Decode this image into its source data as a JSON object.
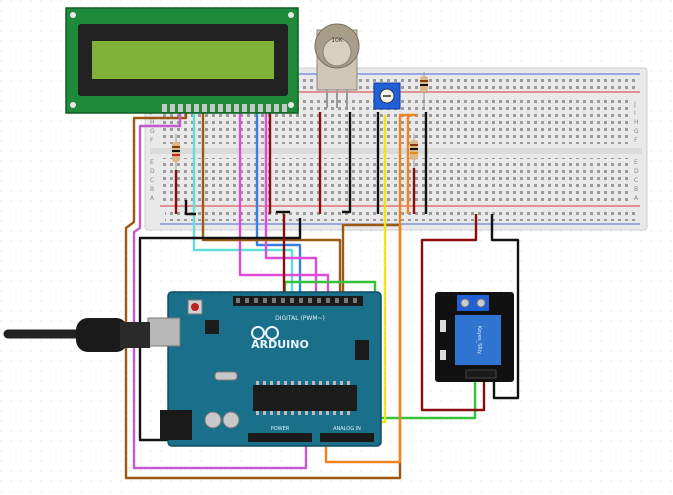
{
  "components": {
    "lcd": {
      "type": "16x2 LCD display",
      "backlight_color": "#7fb236"
    },
    "potentiometer": {
      "label": "10K"
    },
    "trimpot": {
      "color": "#1f5fd8"
    },
    "arduino": {
      "logo_text": "ARDUINO",
      "header_label": "DIGITAL (PWM~)",
      "power_label": "POWER",
      "analog_label": "ANALOG IN",
      "board_color": "#1a6f8a"
    },
    "relay_module": {
      "relay_text": "Keyes_SRly",
      "board_color": "#111111",
      "relay_color": "#2f74d0"
    },
    "breadboard": {
      "row_letters_top": [
        "J",
        "I",
        "H",
        "G",
        "F"
      ],
      "row_letters_bottom": [
        "E",
        "D",
        "C",
        "B",
        "A"
      ]
    },
    "usb_cable": {
      "type": "USB-B cable"
    }
  },
  "wire_colors": {
    "brown": "#9a5a14",
    "pink": "#c45ad0",
    "cyan": "#5ee0d8",
    "blue": "#3a7fe0",
    "magenta": "#e04ad8",
    "black": "#111111",
    "darkred": "#8a0d0d",
    "yellow": "#f2e21a",
    "orange": "#f08420",
    "green": "#35c23a"
  }
}
